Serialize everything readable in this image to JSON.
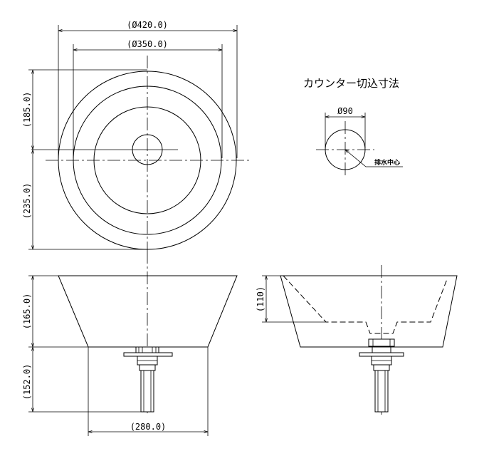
{
  "dimensions": {
    "outer_diameter": "(Ø420.0)",
    "inner_diameter": "(Ø350.0)",
    "top_to_center": "(185.0)",
    "center_to_bottom": "(235.0)",
    "bowl_height": "(165.0)",
    "drain_length": "(152.0)",
    "base_width": "(280.0)",
    "side_depth": "(110)"
  },
  "cutout": {
    "title": "カウンター切込寸法",
    "diameter": "Ø90",
    "drain_center_label": "排水中心"
  }
}
